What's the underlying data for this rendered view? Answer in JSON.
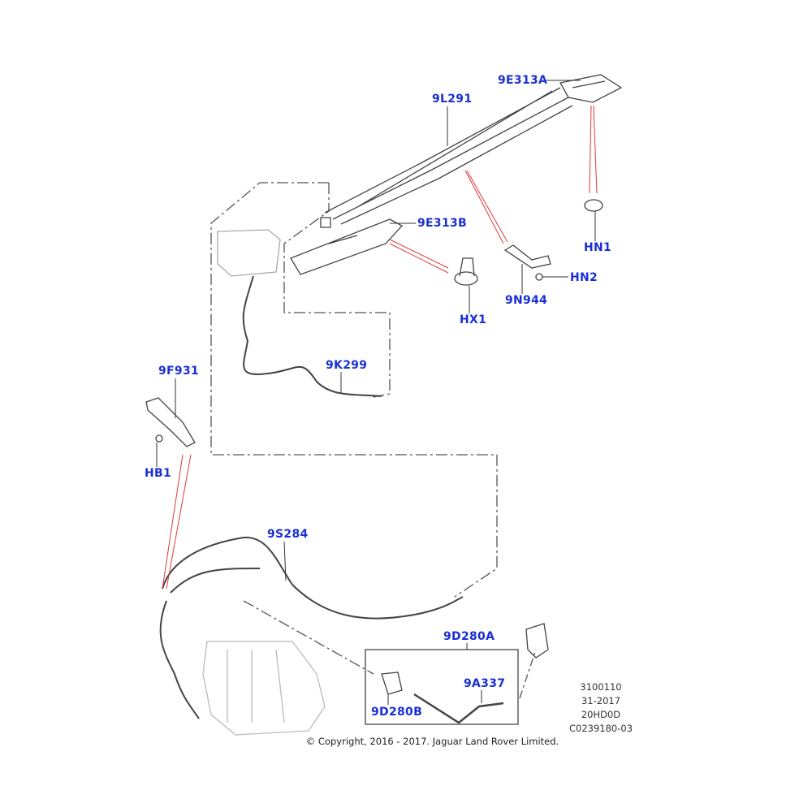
{
  "callouts": {
    "c9E313A": "9E313A",
    "c9L291": "9L291",
    "c9E313B": "9E313B",
    "cHN1": "HN1",
    "cHN2": "HN2",
    "c9N944": "9N944",
    "cHX1": "HX1",
    "c9K299": "9K299",
    "c9F931": "9F931",
    "cHB1": "HB1",
    "c9S284": "9S284",
    "c9D280A": "9D280A",
    "c9A337": "9A337",
    "c9D280B": "9D280B"
  },
  "info": [
    "3100110",
    "31-2017",
    "20HD0D",
    "C0239180-03"
  ],
  "copyright": "© Copyright, 2016 - 2017. Jaguar Land Rover Limited.",
  "colors": {
    "callout": "#1a2fd6",
    "leader_red": "#e03a3a",
    "line": "#333333"
  }
}
